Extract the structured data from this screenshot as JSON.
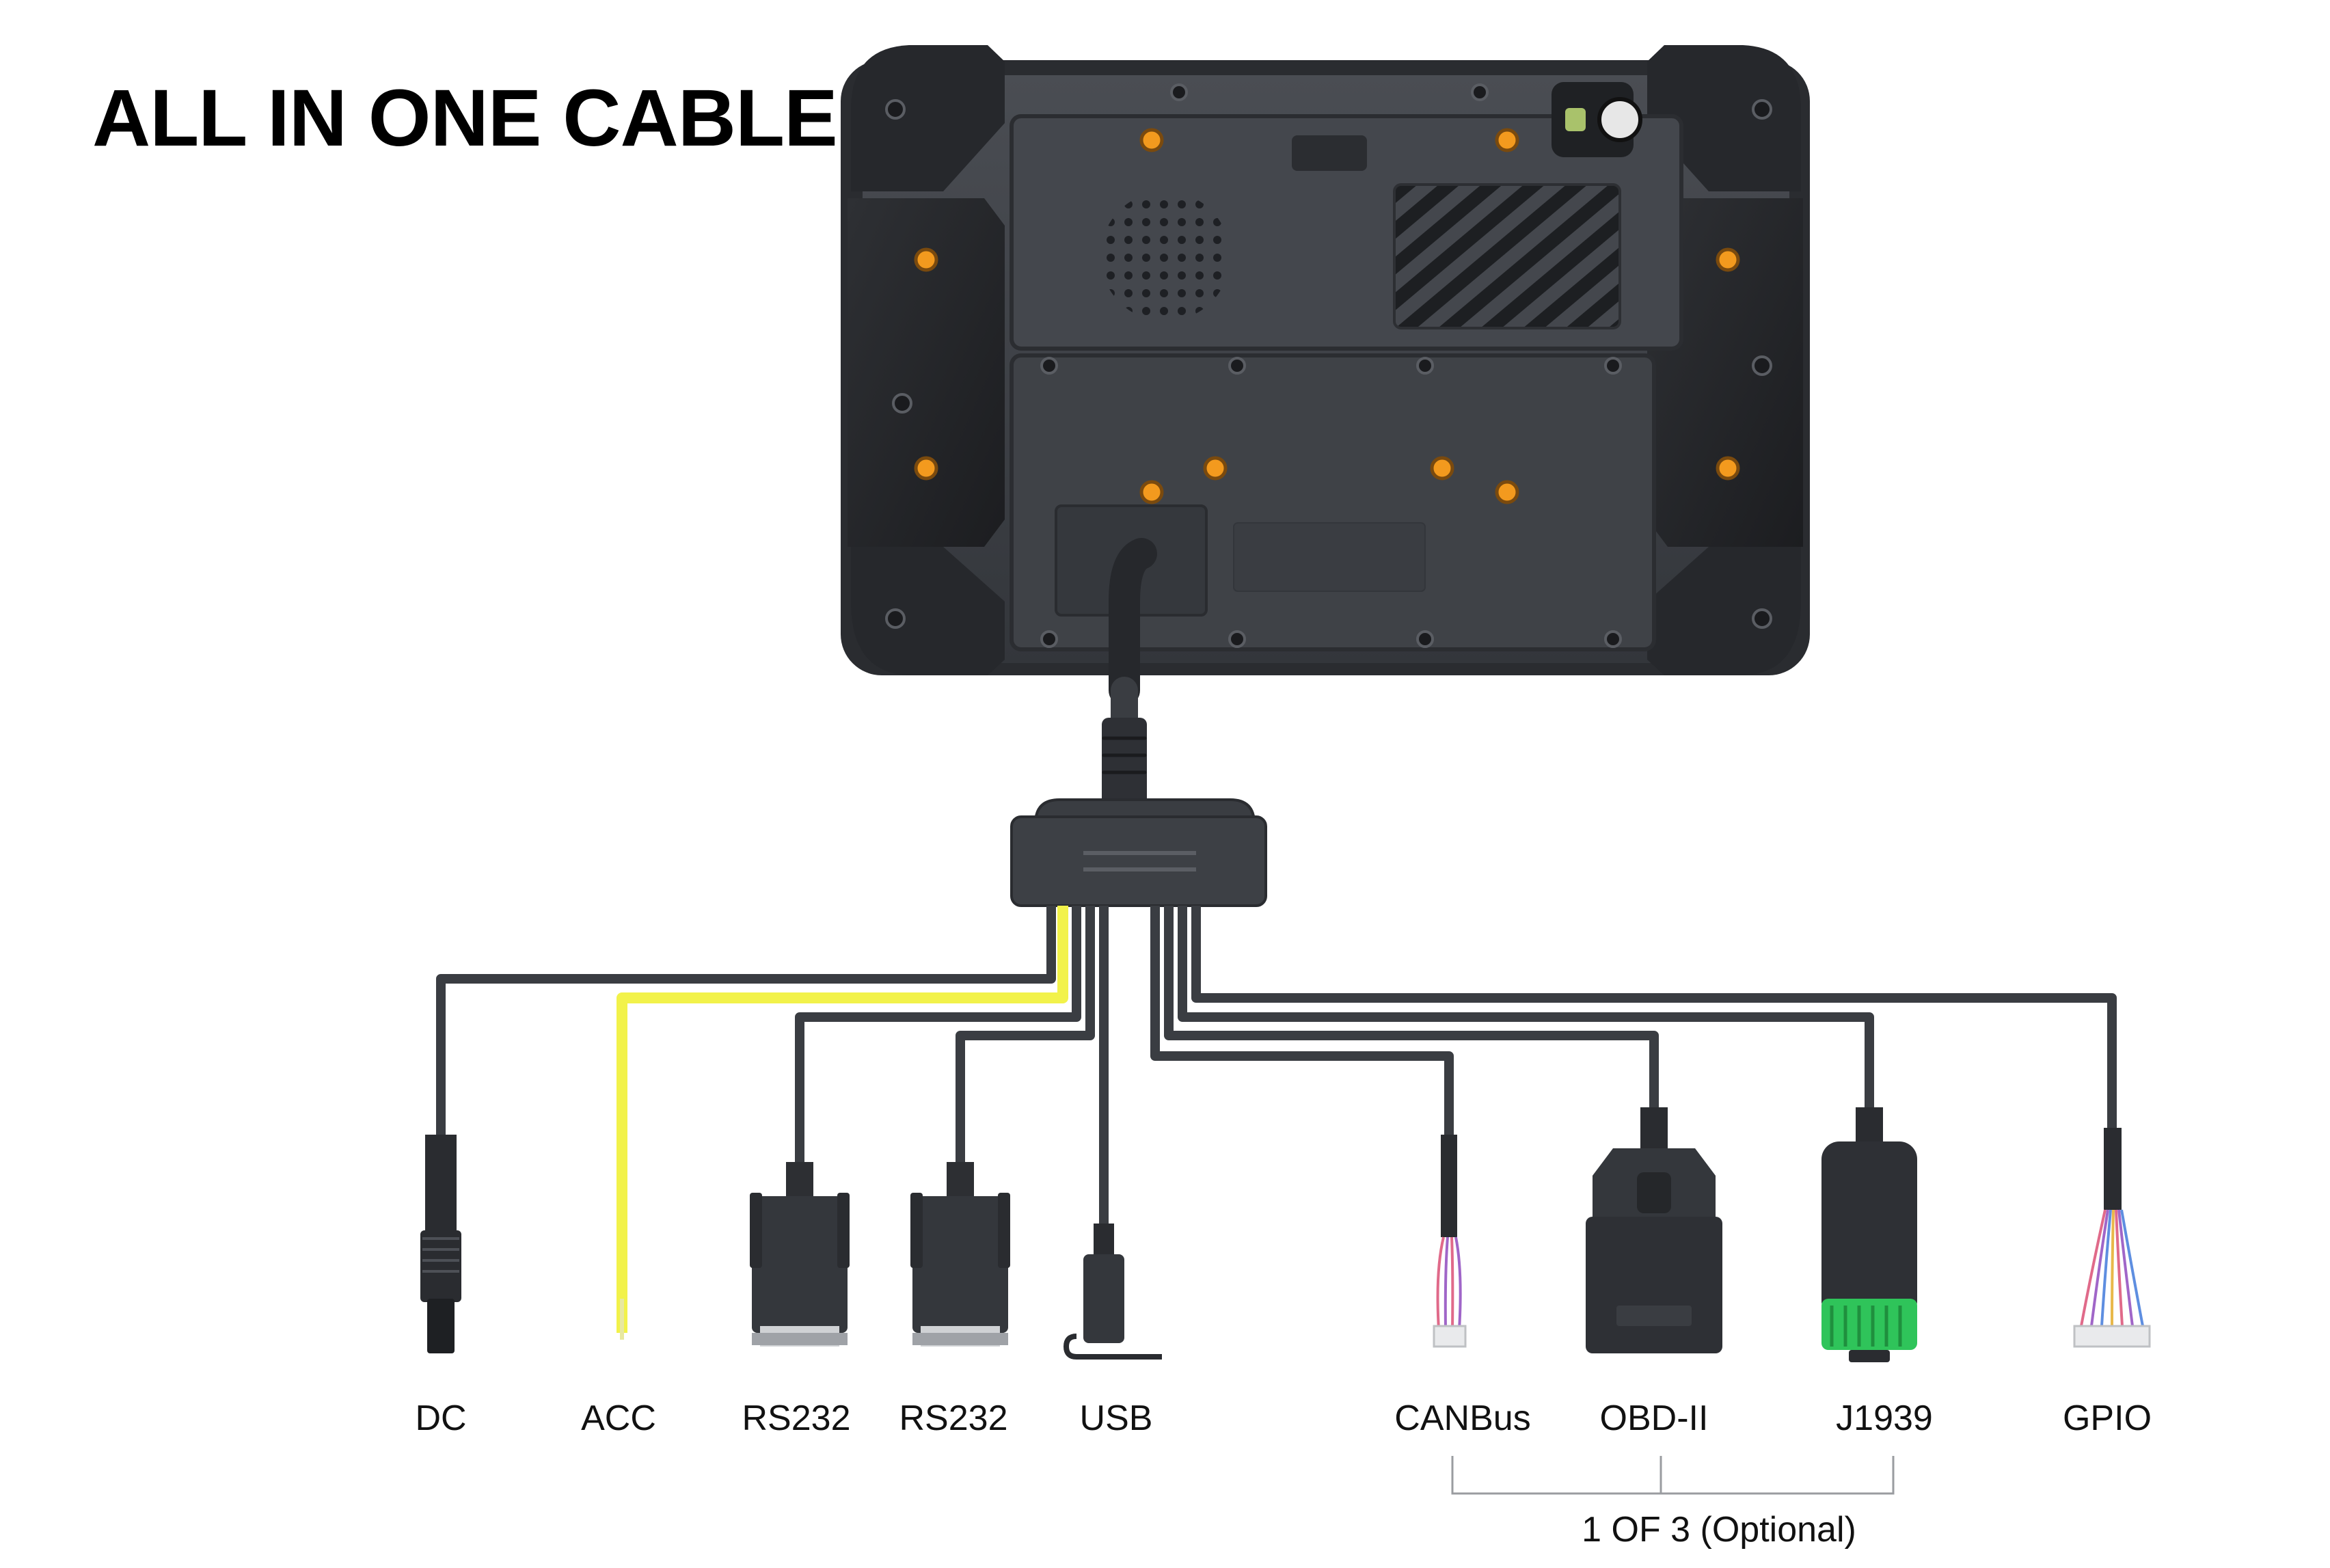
{
  "title": "ALL IN ONE CABLE",
  "connectors": [
    {
      "id": "dc",
      "label": "DC"
    },
    {
      "id": "acc",
      "label": "ACC"
    },
    {
      "id": "rs232-a",
      "label": "RS232"
    },
    {
      "id": "rs232-b",
      "label": "RS232"
    },
    {
      "id": "usb",
      "label": "USB"
    },
    {
      "id": "canbus",
      "label": "CANBus"
    },
    {
      "id": "obd2",
      "label": "OBD-II"
    },
    {
      "id": "j1939",
      "label": "J1939"
    },
    {
      "id": "gpio",
      "label": "GPIO"
    }
  ],
  "optional_group": {
    "note": "1 OF 3 (Optional)",
    "members": [
      "CANBus",
      "OBD-II",
      "J1939"
    ]
  },
  "colors": {
    "cable": "#3a3d42",
    "acc_wire": "#f2f24a",
    "device_body": "#3c3f44",
    "device_frame": "#24262a",
    "accent_screw": "#f39a1e",
    "j1939_ring": "#2fc45a",
    "label_text": "#111111"
  },
  "icons": [
    "speaker-grille-icon",
    "vent-grille-icon",
    "camera-lens-icon"
  ]
}
